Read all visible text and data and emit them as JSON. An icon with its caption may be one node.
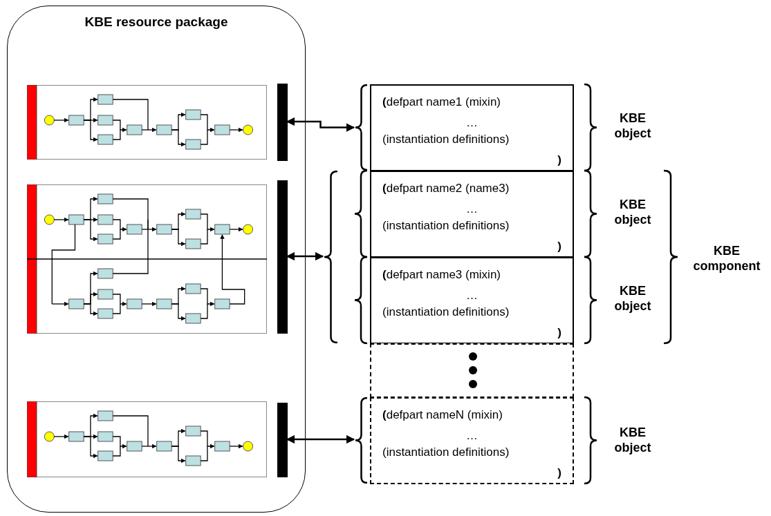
{
  "diagram": {
    "nodes": [
      {
        "text": [
          "KBE resource package"
        ]
      },
      {
        "text": [],
        "shape": "picture",
        "in": 0
      },
      {
        "text": [],
        "shape": "bar",
        "in": 0
      },
      {
        "text": [],
        "shape": "picture",
        "in": 0
      },
      {
        "text": [],
        "shape": "bar",
        "in": 0
      },
      {
        "text": [],
        "shape": "picture",
        "in": 0
      },
      {
        "text": [],
        "shape": "bar",
        "in": 0
      },
      {
        "text": [],
        "shape": "brace"
      },
      {
        "text": [
          "**(**defpart name1 (mixin)",
          "…",
          "(instantiation definitions)",
          ")"
        ]
      },
      {
        "text": [],
        "shape": "brace"
      },
      {
        "text": [
          "**(**defpart name2 (name3)",
          "…",
          "(instantiation definitions)",
          ")"
        ]
      },
      {
        "text": [
          "**(**defpart name3 (mixin)",
          "…",
          "(instantiation definitions)",
          ")"
        ]
      },
      {
        "text": [],
        "shape": "box"
      },
      {
        "text": [],
        "shape": "brace"
      },
      {
        "text": [
          "**(**defpart nameN (mixin)",
          "…",
          "(instantiation definitions)",
          ")"
        ]
      }
    ],
    "edges": [
      {
        "from": 2,
        "to": 7,
        "arrow": "both"
      },
      {
        "from": 4,
        "to": 9,
        "arrow": "both"
      },
      {
        "from": 6,
        "to": 13,
        "arrow": "both"
      }
    ],
    "labels": [
      "KBE object",
      "KBE object",
      "KBE object",
      "KBE component",
      "KBE object"
    ]
  }
}
